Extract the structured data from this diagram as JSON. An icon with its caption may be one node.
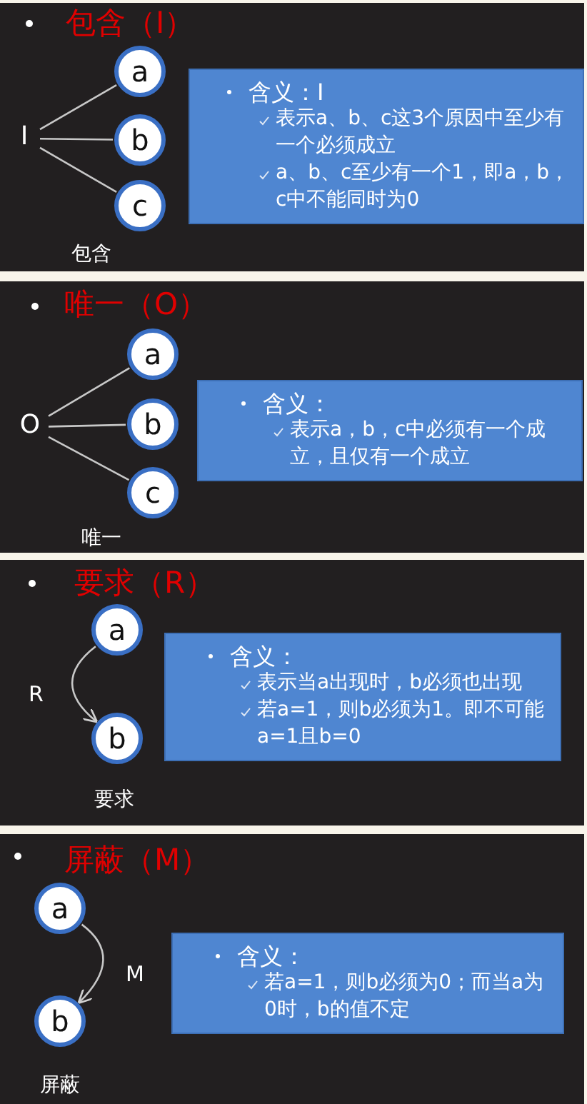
{
  "diagram": {
    "nodes": [
      {
        "text": [
          "I"
        ]
      },
      {
        "text": [
          "a"
        ]
      },
      {
        "text": [
          "b"
        ]
      },
      {
        "text": [
          "c"
        ]
      },
      {
        "text": [
          "含义：I",
          "表示a、b、c这3个原因中至少有一个必须成立",
          "a、b、c至少有一个1，即a，b，c中不能同时为0"
        ]
      },
      {
        "text": [
          "O"
        ]
      },
      {
        "text": [
          "a"
        ]
      },
      {
        "text": [
          "b"
        ]
      },
      {
        "text": [
          "c"
        ]
      },
      {
        "text": [
          "含义：",
          "表示a，b，c中必须有一个成立，且仅有一个成立"
        ]
      },
      {
        "text": [
          "a"
        ]
      },
      {
        "text": [
          "b"
        ]
      },
      {
        "text": [
          "含义：",
          "表示当a出现时，b必须也出现",
          "若a=1，则b必须为1。即不可能a=1且b=0"
        ]
      },
      {
        "text": [
          "a"
        ]
      },
      {
        "text": [
          "b"
        ]
      },
      {
        "text": [
          "含义：",
          "若a=1，则b必须为0；而当a为0时，b的值不定"
        ]
      }
    ],
    "edges": [
      {
        "from": 0,
        "to": 1,
        "arrow": "none"
      },
      {
        "from": 0,
        "to": 2,
        "arrow": "none"
      },
      {
        "from": 0,
        "to": 3,
        "arrow": "none"
      },
      {
        "from": 5,
        "to": 6,
        "arrow": "none"
      },
      {
        "from": 5,
        "to": 7,
        "arrow": "none"
      },
      {
        "from": 5,
        "to": 8,
        "arrow": "none"
      },
      {
        "from": 10,
        "to": 11,
        "arrow": "to",
        "label": "R"
      },
      {
        "from": 13,
        "to": 14,
        "arrow": "to",
        "label": "M"
      }
    ],
    "labels": [
      "包含（I）",
      "包含",
      "唯一（O）",
      "唯一",
      "要求（R）",
      "要求",
      "屏蔽（M）",
      "屏蔽"
    ]
  }
}
